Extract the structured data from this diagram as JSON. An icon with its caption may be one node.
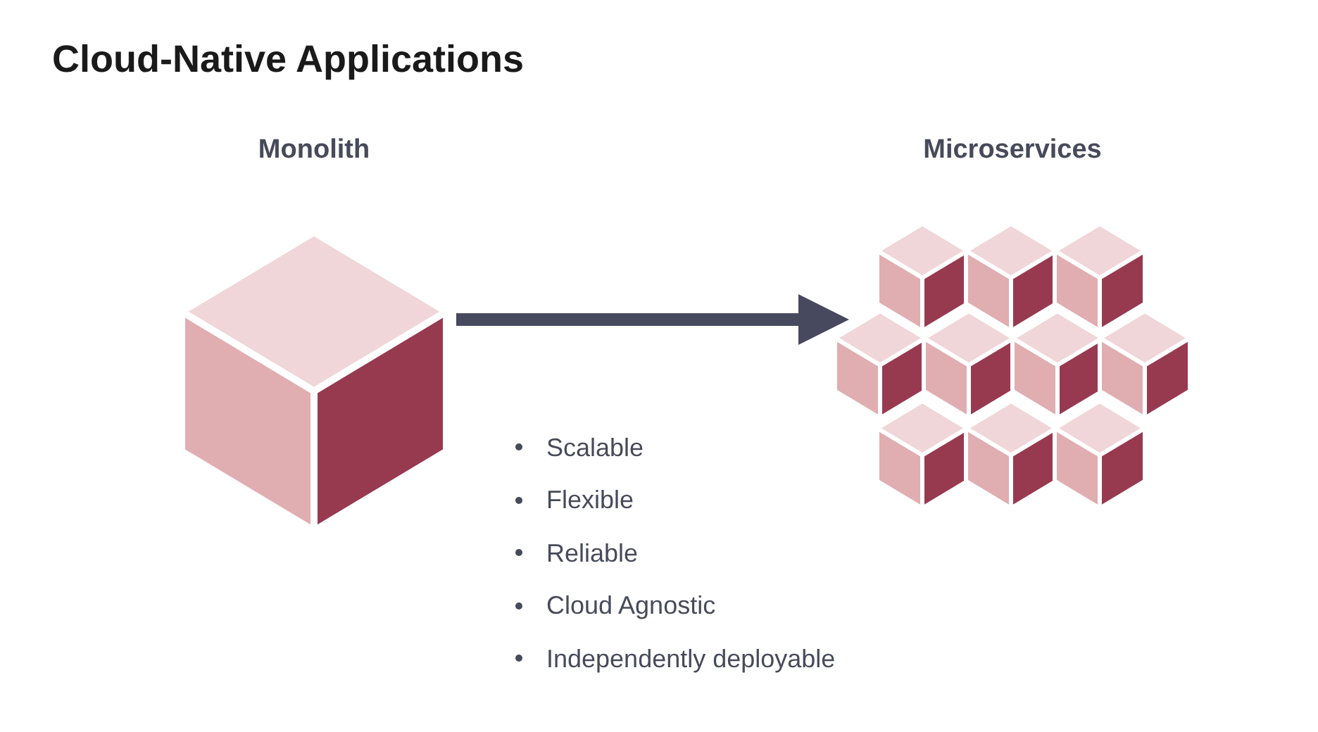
{
  "diagram": {
    "title": "Cloud-Native Applications",
    "nodes": [
      {
        "text": [
          "Monolith"
        ]
      },
      {
        "text": [
          "Microservices"
        ]
      }
    ],
    "edges": [
      {
        "from": 0,
        "to": 1,
        "arrow": "to"
      }
    ],
    "labels": [
      "Scalable",
      "Flexible",
      "Reliable",
      "Cloud Agnostic",
      "Independently deployable"
    ]
  }
}
